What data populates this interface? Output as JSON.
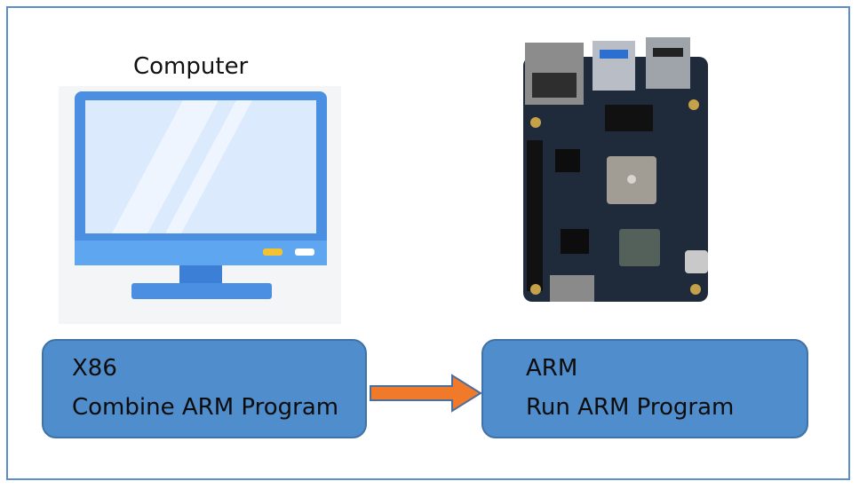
{
  "computer": {
    "label": "Computer"
  },
  "x86_box": {
    "title": "X86",
    "subtitle": "Combine ARM Program"
  },
  "arm_box": {
    "title": "ARM",
    "subtitle": "Run ARM Program"
  },
  "colors": {
    "frame_border": "#5b8fc9",
    "box_fill": "#4f8dcc",
    "box_border": "#3f72a6",
    "arrow": "#f07a2a",
    "monitor_frame": "#4a8fe2",
    "monitor_screen": "#dbeafc",
    "board": "#1f2a3a"
  },
  "icons": [
    "computer-monitor-icon",
    "arm-development-board-image",
    "right-arrow-icon"
  ]
}
